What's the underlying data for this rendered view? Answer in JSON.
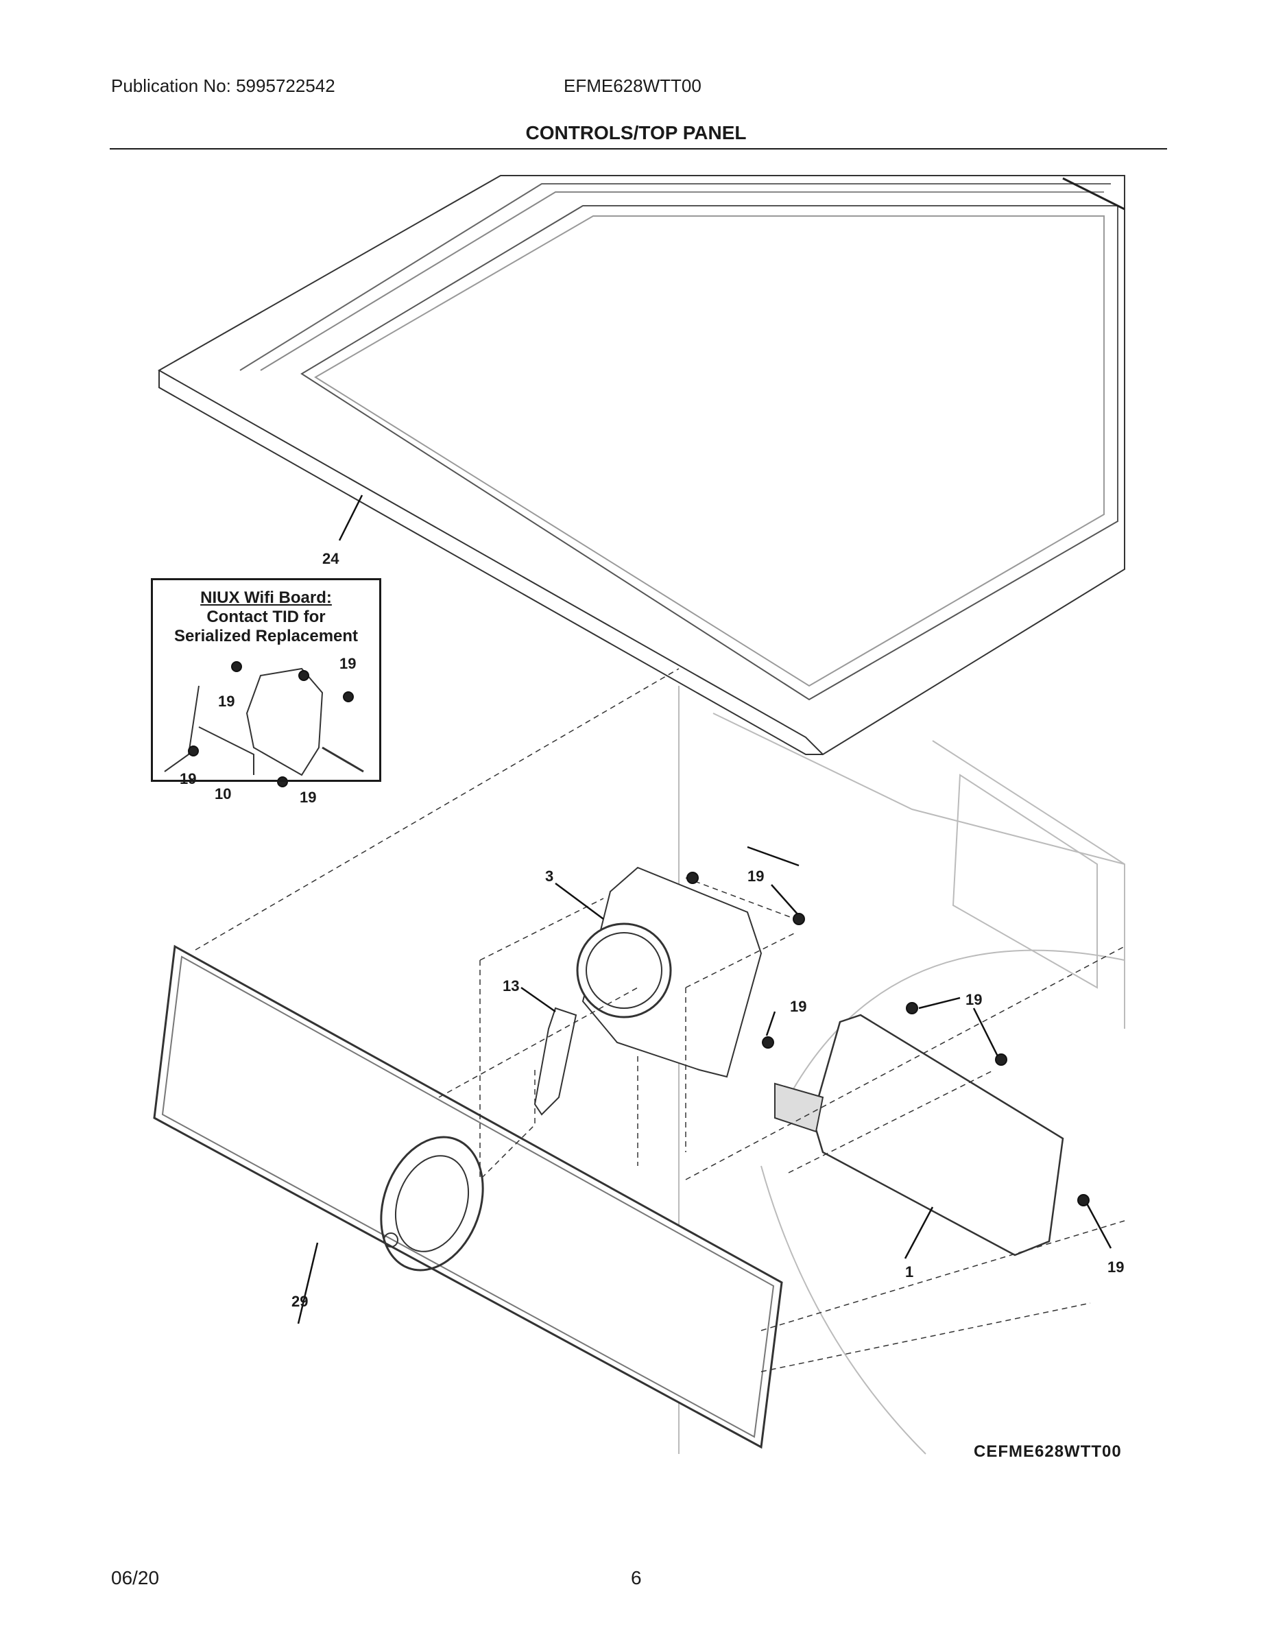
{
  "header": {
    "publication": "Publication No: 5995722542",
    "model": "EFME628WTT00",
    "title": "CONTROLS/TOP PANEL"
  },
  "inset": {
    "line1": "NIUX Wifi Board:",
    "line2": "Contact TID for",
    "line3": "Serialized Replacement"
  },
  "callouts": {
    "top_panel": "24",
    "console": "29",
    "knob": "3",
    "light_pipe": "13",
    "control_board": "1",
    "bracket": "10",
    "screw": "19"
  },
  "diagram_code": "CEFME628WTT00",
  "footer": {
    "date": "06/20",
    "page": "6"
  }
}
